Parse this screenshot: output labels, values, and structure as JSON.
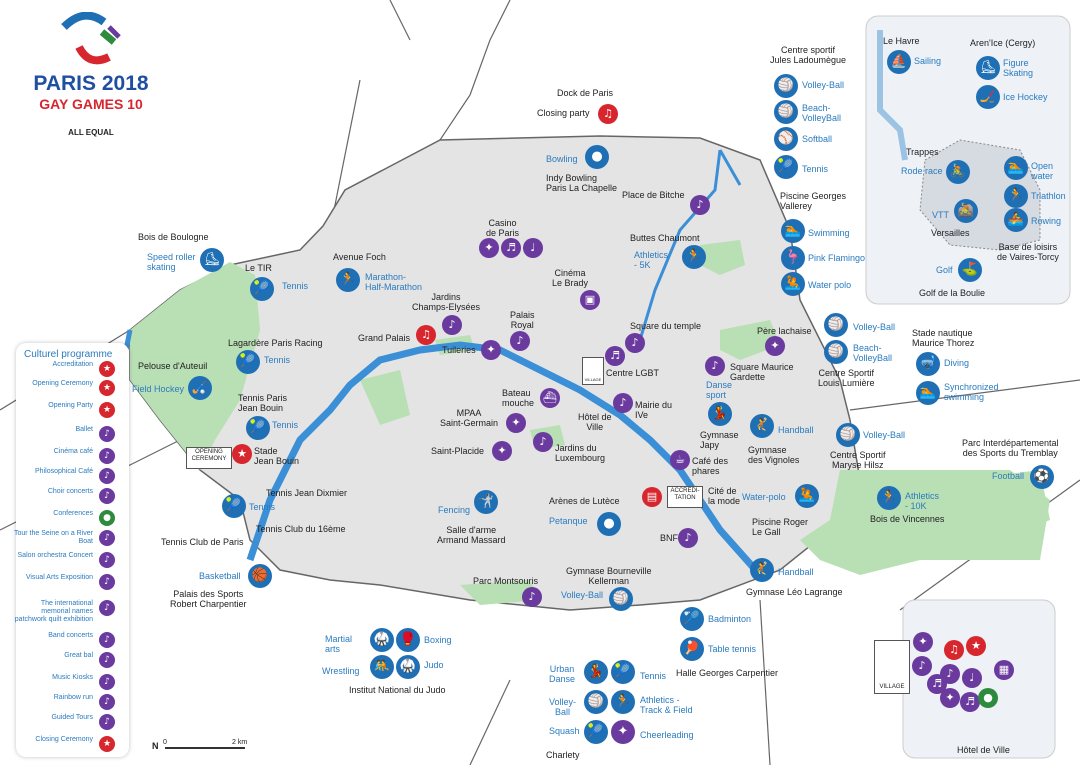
{
  "logo": {
    "line1": "PARIS 2018",
    "line2": "GAY GAMES 10",
    "tagline": "ALL EQUAL"
  },
  "legend": {
    "title": "Culturel programme",
    "items": [
      {
        "label": "Accreditation",
        "icon": "accreditation-icon",
        "color": "red"
      },
      {
        "label": "Opening Ceremony",
        "icon": "opening-ceremony-icon",
        "color": "red"
      },
      {
        "label": "Opening Party",
        "icon": "party-icon",
        "color": "red"
      },
      {
        "label": "Ballet",
        "icon": "ballet-icon",
        "color": "culture"
      },
      {
        "label": "Cinéma café",
        "icon": "cinema-icon",
        "color": "culture"
      },
      {
        "label": "Philosophical Café",
        "icon": "coffee-icon",
        "color": "culture"
      },
      {
        "label": "Choir concerts",
        "icon": "choir-icon",
        "color": "culture"
      },
      {
        "label": "Conferences",
        "icon": "conference-icon",
        "color": "green"
      },
      {
        "label": "Tour the Seine on a River Boat",
        "icon": "boat-icon",
        "color": "culture"
      },
      {
        "label": "Salon orchestra Concert",
        "icon": "orchestra-icon",
        "color": "culture"
      },
      {
        "label": "Visual Arts Exposition",
        "icon": "visual-arts-icon",
        "color": "culture"
      },
      {
        "label": "The international memorial names patchwork quilt exhibition",
        "icon": "quilt-icon",
        "color": "culture"
      },
      {
        "label": "Band concerts",
        "icon": "band-icon",
        "color": "culture"
      },
      {
        "label": "Great bal",
        "icon": "dance-icon",
        "color": "culture"
      },
      {
        "label": "Music Kiosks",
        "icon": "kiosk-icon",
        "color": "culture"
      },
      {
        "label": "Rainbow run",
        "icon": "run-icon",
        "color": "culture"
      },
      {
        "label": "Guided Tours",
        "icon": "guide-icon",
        "color": "culture"
      },
      {
        "label": "Closing Ceremony",
        "icon": "closing-ceremony-icon",
        "color": "red"
      }
    ]
  },
  "scale": {
    "start": "0",
    "end": "2 km",
    "north": "N"
  },
  "labels": {
    "dock_title": "Dock de Paris",
    "closing_party": "Closing party",
    "bowling": "Bowling",
    "indy_bowling": "Indy Bowling\nParis La Chapelle",
    "place_bitche": "Place de Bitche",
    "casino": "Casino\nde Paris",
    "buttes": "Buttes Chaumont",
    "athletics_5k": "Athletics\n- 5K",
    "bois_boulogne": "Bois de Boulogne",
    "speed_roller": "Speed roller\nskating",
    "le_tir": "Le TIR",
    "tennis": "Tennis",
    "avenue_foch": "Avenue Foch",
    "marathon": "Marathon-\nHalf-Marathon",
    "cinema_brady": "Cinéma\nLe Brady",
    "jardins_ce": "Jardins\nChamps-Elysées",
    "palais_royal": "Palais\nRoyal",
    "grand_palais": "Grand Palais",
    "lagardere": "Lagardère Paris Racing",
    "tuileries": "Tuileries",
    "square_temple": "Square du temple",
    "pere_lachaise": "Père lachaise",
    "pelouse": "Pelouse d'Auteuil",
    "field_hockey": "Field Hockey",
    "centre_lgbt": "Centre LGBT",
    "square_gardette": "Square Maurice\nGardette",
    "tennis_bouin": "Tennis Paris\nJean Bouin",
    "bateau": "Bateau\nmouche",
    "hotel_ville": "Hôtel de\nVille",
    "mairie_4": "Mairie du\nIVe",
    "danse_sport": "Danse\nsport",
    "mpaa": "MPAA\nSaint-Germain",
    "gymnase_japy": "Gymnase\nJapy",
    "handball": "Handball",
    "gymnase_vignoles": "Gymnase\ndes Vignoles",
    "stade_bouin": "Stade\nJean Bouin",
    "saint_placide": "Saint-Placide",
    "jardins_lux": "Jardins du\nLuxembourg",
    "cafe_phares": "Café des\nphares",
    "opening_board": "OPENING\nCEREMONY",
    "accred_board": "ACCREDI-\nTATION",
    "village_board": "VILLAGE",
    "tennis_dixmier": "Tennis Jean Dixmier",
    "arenes": "Arènes de Lutèce",
    "cite_mode": "Cité de\nla mode",
    "fencing": "Fencing",
    "petanque": "Petanque",
    "water_polo": "Water-polo",
    "tennis_16": "Tennis Club du 16ème",
    "tennis_club_paris": "Tennis Club de Paris",
    "salle_arme": "Salle d'arme\nArmand Massard",
    "piscine_legall": "Piscine Roger\nLe Gall",
    "bnf": "BNF",
    "basketball": "Basketball",
    "palais_sports": "Palais des Sports\nRobert Charpentier",
    "parc_montsouris": "Parc Montsouris",
    "gym_bourneville": "Gymnase Bourneville\nKellerman",
    "volley_ball": "Volley-Ball",
    "handball2": "Handball",
    "gym_lagrange": "Gymnase Léo Lagrange",
    "badminton": "Badminton",
    "table_tennis": "Table tennis",
    "halle_carpentier": "Halle Georges Carpentier",
    "martial": "Martial\narts",
    "boxing": "Boxing",
    "wrestling": "Wrestling",
    "judo": "Judo",
    "institut_judo": "Institut National du Judo",
    "urban_danse": "Urban\nDanse",
    "volley_ball_c": "Volley-\nBall",
    "squash": "Squash",
    "athletics_tf": "Athletics -\nTrack & Field",
    "cheerleading": "Cheerleading",
    "charlety": "Charlety",
    "centre_ladoumegue": "Centre sportif\nJules Ladoumègue",
    "volley_lad": "Volley-Ball",
    "beach_volley_lad": "Beach-\nVolleyBall",
    "softball": "Softball",
    "tennis_lad": "Tennis",
    "piscine_vallerey": "Piscine Georges\nVallerey",
    "swimming": "Swimming",
    "pink_flamingo": "Pink Flamingo",
    "water_polo2": "Water polo",
    "volley_lumiere": "Volley-Ball",
    "beach_lumiere": "Beach-\nVolleyBall",
    "centre_lumiere": "Centre Sportif\nLouis Lumière",
    "stade_thorez": "Stade nautique\nMaurice Thorez",
    "diving": "Diving",
    "synchro": "Synchronized\nswimming",
    "volley_hilsz": "Volley-Ball",
    "centre_hilsz": "Centre Sportif\nMaryse Hilsz",
    "parc_tremblay": "Parc Interdépartemental\ndes Sports du Tremblay",
    "football": "Football",
    "athletics_10k": "Athletics\n- 10K",
    "bois_vincennes": "Bois de Vincennes",
    "le_havre": "Le Havre",
    "sailing": "Sailing",
    "aren_ice": "Aren'Ice (Cergy)",
    "figure_skating": "Figure\nSkating",
    "ice_hockey": "Ice Hockey",
    "trappes": "Trappes",
    "road_race": "Rode race",
    "open_water": "Open\nwater",
    "triathlon": "Triathlon",
    "vtt": "VTT",
    "versailles": "Versailles",
    "rowing": "Rowing",
    "base_vaires": "Base de loisirs\nde Vaires-Torcy",
    "golf": "Golf",
    "golf_boulie": "Golf de la Boulie",
    "hotel_ville_inset": "Hôtel de Ville"
  },
  "colors": {
    "sport": "#1f6fb5",
    "culture": "#6a3a9e",
    "red": "#d7262e",
    "green": "#2e8b3e",
    "seine": "#3a8fd6",
    "park": "#b9dfb4",
    "city": "#e4e4e4"
  }
}
